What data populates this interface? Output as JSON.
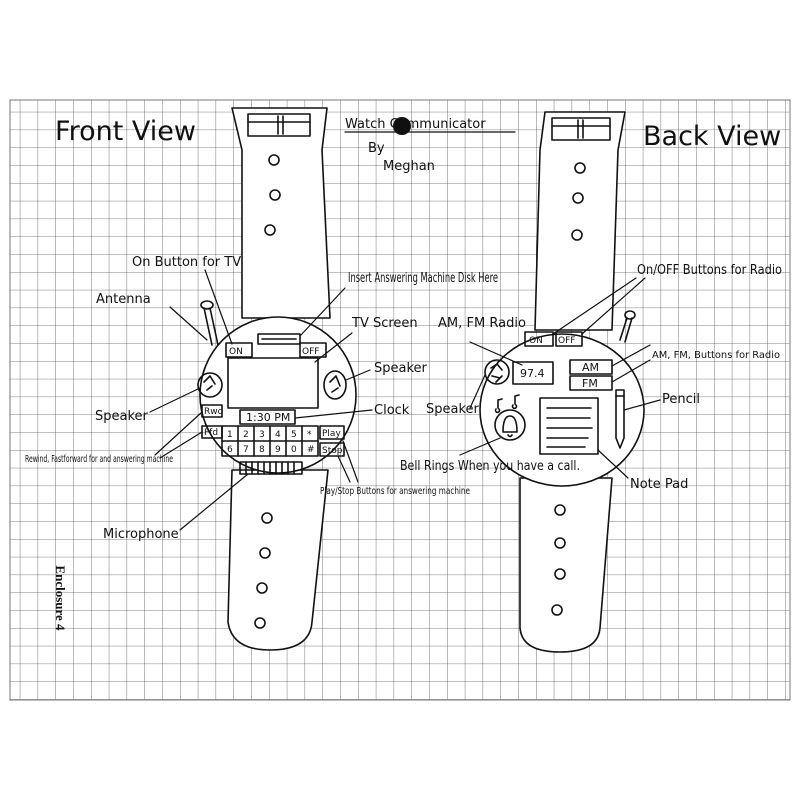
{
  "title": "Watch Communicator",
  "byline": "By",
  "author": "Meghan",
  "front_view": {
    "heading": "Front View",
    "on_label": "ON",
    "off_label": "OFF",
    "clock_time": "1:30 PM",
    "rwd_label": "Rwd",
    "ffd_label": "Ffd",
    "play_label": "Play",
    "stop_label": "Stop",
    "keys_row1": [
      "1",
      "2",
      "3",
      "4",
      "5",
      "*"
    ],
    "keys_row2": [
      "6",
      "7",
      "8",
      "9",
      "0",
      "#"
    ],
    "labels": {
      "on_button_tv": "On Button for TV",
      "insert_disk": "Insert Answering Machine Disk Here",
      "antenna": "Antenna",
      "tv_screen": "TV Screen",
      "speaker_right": "Speaker",
      "speaker_left": "Speaker",
      "clock": "Clock",
      "rewind": "Rewind, Fastforward for and answering machine",
      "play_stop": "Play/Stop Buttons for answering machine",
      "microphone": "Microphone"
    }
  },
  "back_view": {
    "heading": "Back View",
    "on_label": "ON",
    "off_label": "OFF",
    "station": "97.4",
    "am_label": "AM",
    "fm_label": "FM",
    "labels": {
      "on_off_radio": "On/OFF Buttons for Radio",
      "am_fm_radio": "AM, FM Radio",
      "am_fm_buttons": "AM, FM, Buttons for Radio",
      "speaker": "Speaker",
      "pencil": "Pencil",
      "bell": "Bell Rings When you have a call.",
      "note_pad": "Note Pad"
    }
  },
  "enclosure": "Enclosure 4"
}
